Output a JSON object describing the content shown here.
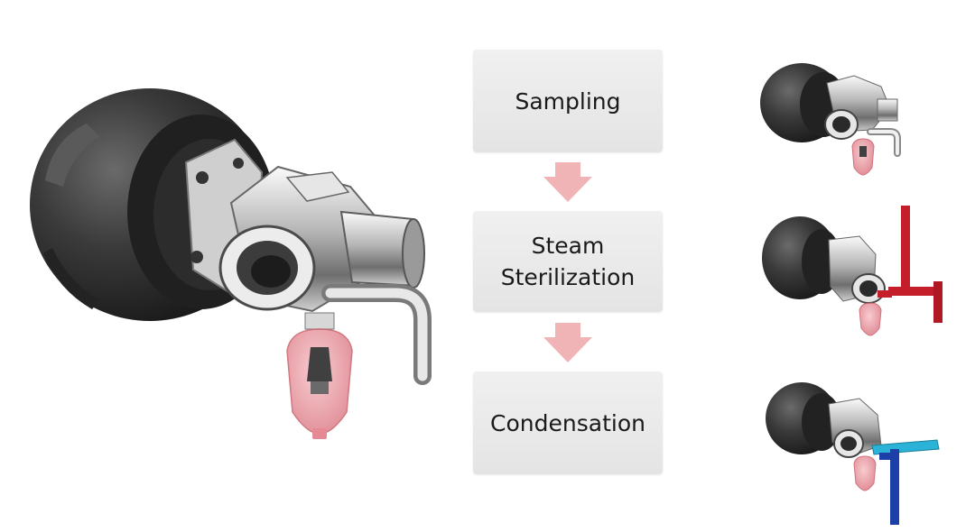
{
  "steps": [
    {
      "label": "Sampling"
    },
    {
      "label": "Steam\nSterilization"
    },
    {
      "label": "Condensation"
    }
  ],
  "colors": {
    "box": "#e8e8e8",
    "arrow": "#f0b4b6",
    "steam_pipe": "#c41e2a",
    "condensate_pipe_light": "#2ab3d6",
    "condensate_pipe_dark": "#1c3fa8",
    "sample_cup": "#f2a0a8",
    "housing": "#2f2f2f"
  },
  "illustrations": [
    {
      "name": "main-valve-illustration"
    },
    {
      "name": "sampling-valve-thumbnail"
    },
    {
      "name": "steam-sterilization-valve-thumbnail"
    },
    {
      "name": "condensation-valve-thumbnail"
    }
  ]
}
